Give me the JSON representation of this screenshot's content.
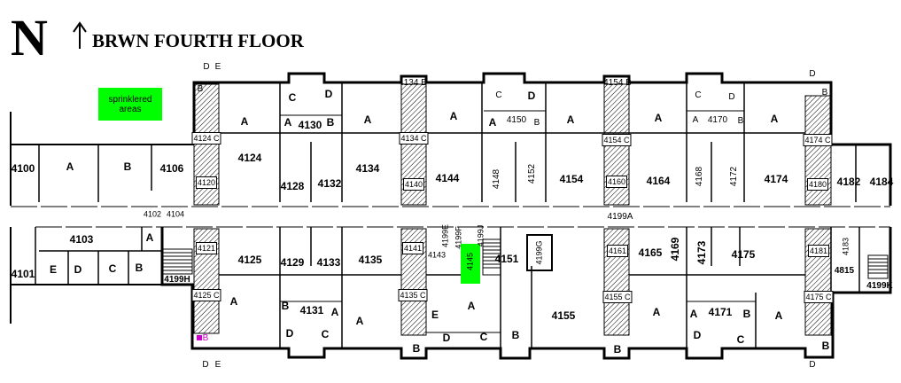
{
  "title": "BRWN FOURTH FLOOR",
  "north_label": "N",
  "legend": {
    "label": "sprinklered areas",
    "color": "#00ff00"
  },
  "colors": {
    "sprinklered": "#00ff00",
    "marker": "#cc00cc",
    "wall": "#000000"
  },
  "corridor": "4199A",
  "rooms": [
    "4100",
    "A",
    "B",
    "4106",
    "4102",
    "4104",
    "4124",
    "4128",
    "4130",
    "4132",
    "4134",
    "4144",
    "4148",
    "4150",
    "4152",
    "4154",
    "4164",
    "4168",
    "4170",
    "4172",
    "4174",
    "4182",
    "4184",
    "4103",
    "4101",
    "E",
    "D",
    "C",
    "4199H",
    "4125",
    "4129",
    "4131",
    "4133",
    "4135",
    "4143",
    "4199E",
    "4199F",
    "4199J",
    "4145",
    "4151",
    "4199G",
    "4155",
    "4165",
    "4169",
    "4171",
    "4173",
    "4175",
    "4183",
    "4815",
    "4199K"
  ],
  "shafts": [
    "4124 C",
    "4120",
    "4134 C",
    "4140",
    "4154 C",
    "4160",
    "4174 C",
    "4180",
    "4121",
    "4125 C",
    "4141",
    "4135 C",
    "4161",
    "4155 C",
    "4181",
    "4175 C"
  ],
  "bays": [
    "4134 B",
    "4154 B"
  ],
  "exits": [
    "D",
    "E"
  ]
}
